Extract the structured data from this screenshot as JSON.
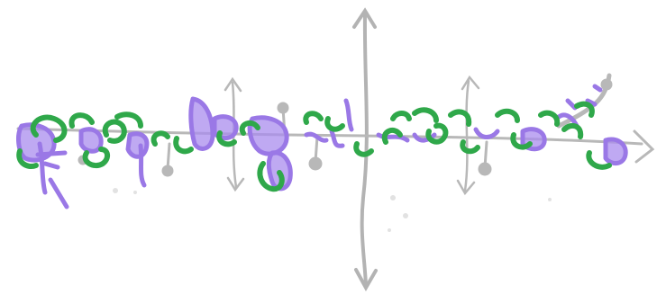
{
  "drawing": {
    "colors": {
      "axes": "#b3b3b3",
      "green_strokes": "#2fa84a",
      "purple_strokes": "#9a78e6",
      "background": "#ffffff"
    },
    "icons": [
      "vertical-double-arrow",
      "horizontal-arrow",
      "lollipop-marker"
    ]
  }
}
